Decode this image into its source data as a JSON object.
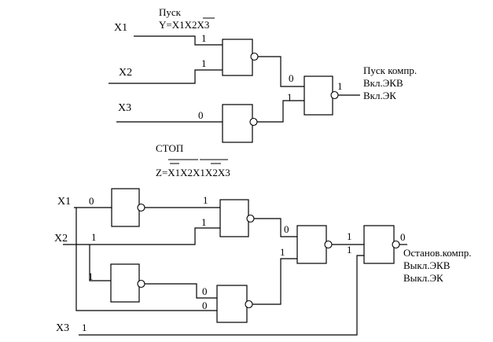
{
  "start": {
    "title": "Пуск",
    "formula": "Y=X1X2X3",
    "inputs": [
      "X1",
      "X2",
      "X3"
    ],
    "bits": {
      "x1": "1",
      "x2": "1",
      "x3": "0",
      "g1_out": "0",
      "g3_in": "1",
      "out": "1"
    },
    "output_lines": [
      "Пуск компр.",
      "Вкл.ЭКВ",
      "Вкл.ЭК"
    ]
  },
  "stop": {
    "title": "СТОП",
    "formula": "Z=X1X2X1X2X3",
    "inputs": [
      "X1",
      "X2",
      "X3"
    ],
    "bits": {
      "x1": "0",
      "x2": "1",
      "x3": "1",
      "b1_in1": "1",
      "b1_in2": "1",
      "b2_in": "1",
      "b3_in1": "0",
      "b3_in2": "0",
      "b4_in1": "0",
      "b4_in2": "1",
      "b5_in1": "1",
      "b5_in2": "1",
      "out": "0"
    },
    "output_lines": [
      "Останов.компр.",
      "Выкл.ЭКВ",
      "Выкл.ЭК"
    ]
  }
}
